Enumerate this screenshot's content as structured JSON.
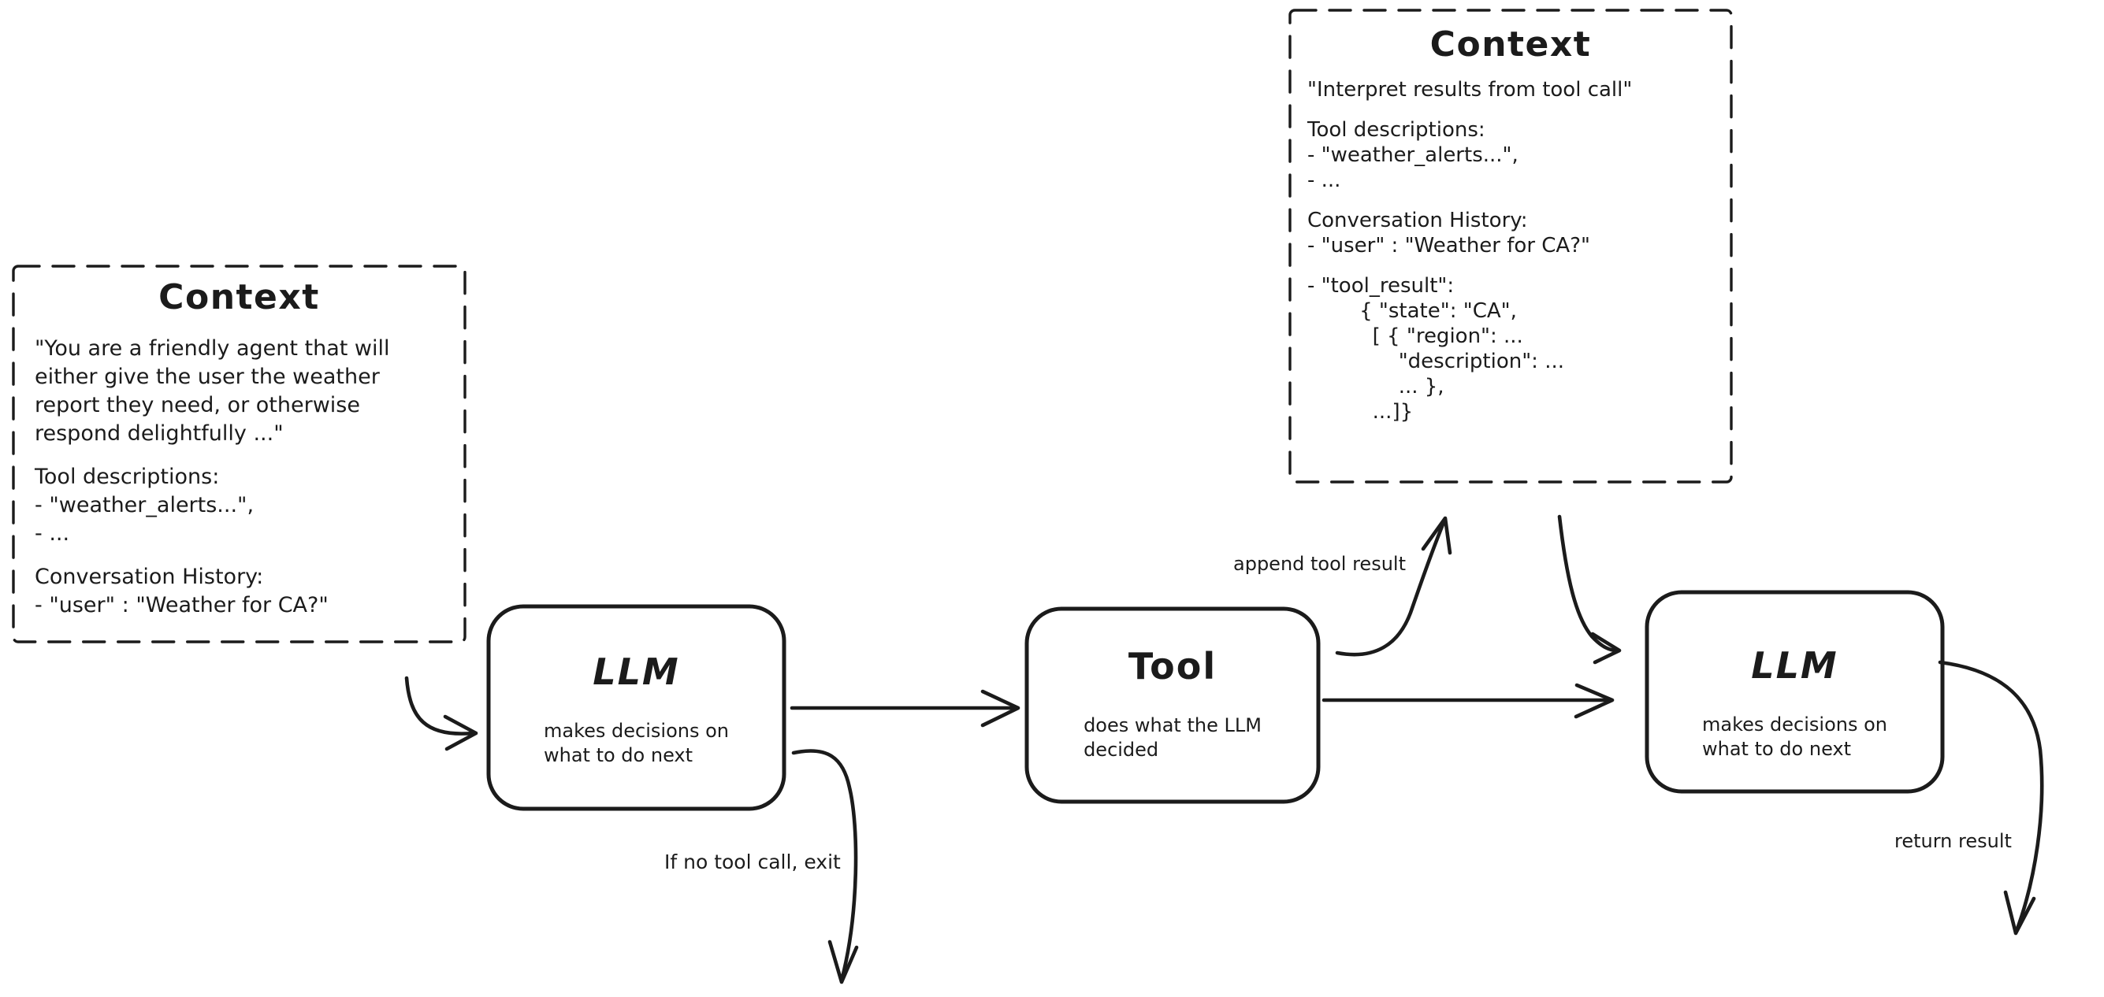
{
  "canvas": {
    "bg": "#ffffff",
    "ink": "#1b1b1b"
  },
  "context_left": {
    "title": "Context",
    "blocks": [
      {
        "lines": [
          "\"You are a friendly agent that will",
          "either give the user the weather",
          "report they need, or otherwise",
          "respond delightfully ...\""
        ]
      },
      {
        "lines": [
          "Tool descriptions:",
          "- \"weather_alerts...\",",
          "- ..."
        ]
      },
      {
        "lines": [
          "Conversation History:",
          "- \"user\" : \"Weather for CA?\""
        ]
      }
    ]
  },
  "context_top_right": {
    "title": "Context",
    "blocks": [
      {
        "lines": [
          "\"Interpret results from tool call\""
        ]
      },
      {
        "lines": [
          "Tool descriptions:",
          "- \"weather_alerts...\",",
          "- ..."
        ]
      },
      {
        "lines": [
          "Conversation History:",
          "- \"user\" : \"Weather for CA?\""
        ]
      },
      {
        "lines": [
          "- \"tool_result\":",
          "        { \"state\": \"CA\",",
          "          [ { \"region\": ...",
          "              \"description\": ...",
          "              ... },",
          "          ...]}"
        ]
      }
    ]
  },
  "nodes": {
    "llm1": {
      "title": "LLM",
      "subtitle": "makes decisions on\nwhat to do next"
    },
    "tool": {
      "title": "Tool",
      "subtitle": "does what the LLM\ndecided"
    },
    "llm2": {
      "title": "LLM",
      "subtitle": "makes decisions on\nwhat to do next"
    }
  },
  "labels": {
    "append_tool_result": "append tool result",
    "if_no_tool_call_exit": "If no tool call, exit",
    "return_result": "return result"
  }
}
